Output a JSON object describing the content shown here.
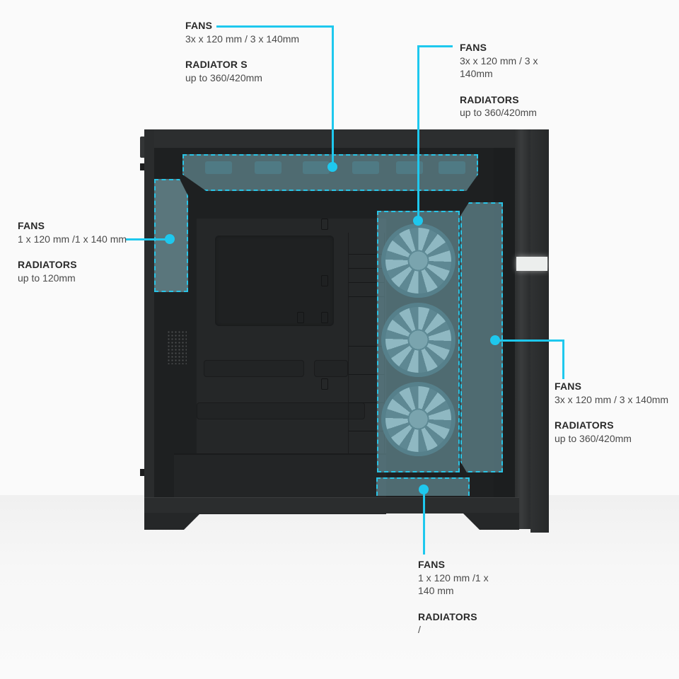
{
  "diagram": {
    "subject": "PC case cooling layout (front view, side panel removed)",
    "accent_color": "#1ec8ee",
    "zone_color": "#29c4e6"
  },
  "callouts": {
    "top": {
      "fans_heading": "FANS",
      "fans_value": "3x x 120 mm / 3 x 140mm",
      "radiators_heading": "RADIATOR S",
      "radiators_value": "up to  360/420mm"
    },
    "middle": {
      "fans_heading": "FANS",
      "fans_value": "3x x 120 mm / 3 x 140mm",
      "radiators_heading": "RADIATORS",
      "radiators_value": "up to  360/420mm"
    },
    "rear": {
      "fans_heading": "FANS",
      "fans_value": "1 x 120 mm /1 x 140 mm",
      "radiators_heading": "RADIATORS",
      "radiators_value": "up to 120mm"
    },
    "side": {
      "fans_heading": "FANS",
      "fans_value": "3x x 120 mm / 3 x 140mm",
      "radiators_heading": "RADIATORS",
      "radiators_value": "up to  360/420mm"
    },
    "bottom": {
      "fans_heading": "FANS",
      "fans_value": "1 x 120 mm /1 x 140 mm",
      "radiators_heading": "RADIATORS",
      "radiators_value": "/"
    }
  }
}
